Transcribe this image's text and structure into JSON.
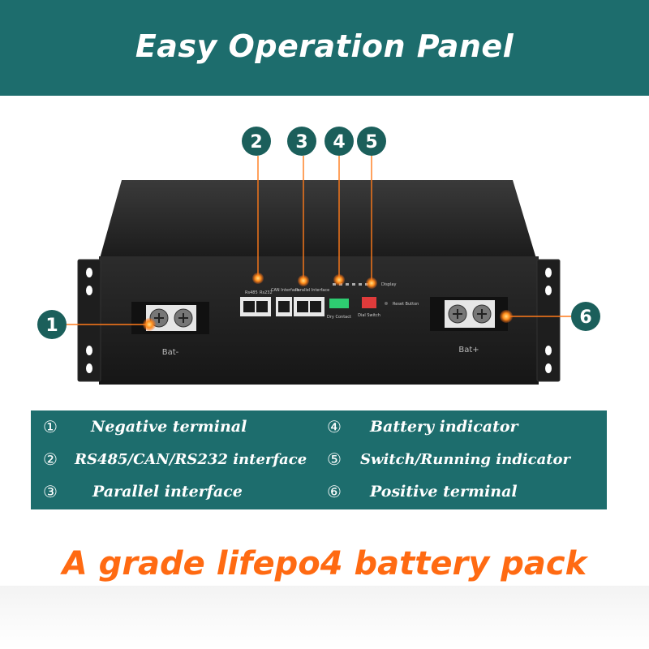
{
  "header": {
    "title": "Easy Operation Panel"
  },
  "callouts": [
    "1",
    "2",
    "3",
    "4",
    "5",
    "6"
  ],
  "panel": {
    "rs485": "Rs485",
    "rs232": "Rs232",
    "can": "CAN Interface",
    "parallel": "Parallel Interface",
    "display": "Display",
    "dry_contact": "Dry Contact",
    "dial_switch": "Dial Switch",
    "reset": "Reset Button",
    "bat_neg": "Bat-",
    "bat_pos": "Bat+"
  },
  "table": {
    "rows": [
      {
        "left_num": "①",
        "left_text": "Negative terminal",
        "right_num": "④",
        "right_text": "Battery indicator"
      },
      {
        "left_num": "②",
        "left_text": "RS485/CAN/RS232 interface",
        "right_num": "⑤",
        "right_text": "Switch/Running indicator"
      },
      {
        "left_num": "③",
        "left_text": "Parallel interface",
        "right_num": "⑥",
        "right_text": "Positive terminal"
      }
    ]
  },
  "footer": {
    "tagline": "A grade lifepo4 battery pack"
  },
  "colors": {
    "teal": "#1d6d6d",
    "orange": "#ff6a12",
    "callout": "#1b5f5b"
  }
}
